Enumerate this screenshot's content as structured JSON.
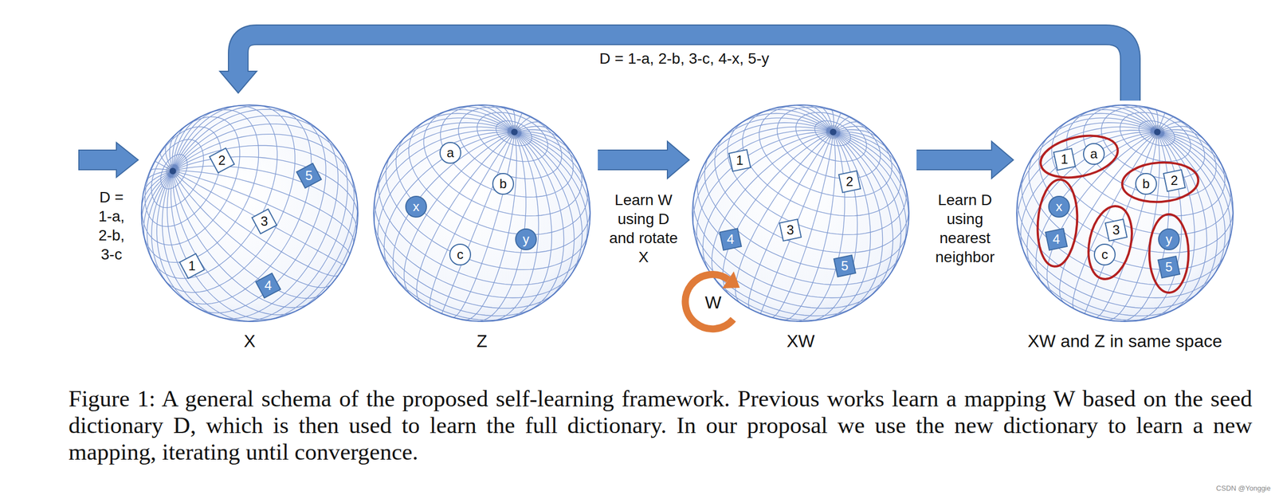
{
  "diagram": {
    "caption": "Figure 1: A general schema of the proposed self-learning framework. Previous works learn a mapping W based on the seed dictionary D, which is then used to learn the full dictionary. In our proposal we use the new dictionary to learn a new mapping, iterating until convergence.",
    "nodes": [
      {
        "text": [
          "X"
        ]
      },
      {
        "text": [
          "1"
        ],
        "in": 0
      },
      {
        "text": [
          "2"
        ],
        "in": 0
      },
      {
        "text": [
          "3"
        ],
        "in": 0
      },
      {
        "text": [
          "4"
        ],
        "in": 0
      },
      {
        "text": [
          "5"
        ],
        "in": 0
      },
      {
        "text": [
          "Z"
        ]
      },
      {
        "text": [
          "a"
        ],
        "in": 6
      },
      {
        "text": [
          "b"
        ],
        "in": 6
      },
      {
        "text": [
          "c"
        ],
        "in": 6
      },
      {
        "text": [
          "x"
        ],
        "in": 6
      },
      {
        "text": [
          "y"
        ],
        "in": 6
      },
      {
        "text": [
          "XW"
        ]
      },
      {
        "text": [
          "1"
        ],
        "in": 12
      },
      {
        "text": [
          "2"
        ],
        "in": 12
      },
      {
        "text": [
          "3"
        ],
        "in": 12
      },
      {
        "text": [
          "4"
        ],
        "in": 12
      },
      {
        "text": [
          "5"
        ],
        "in": 12
      },
      {
        "text": [
          "XW and Z in same space"
        ]
      },
      {
        "text": [
          "1"
        ],
        "in": 18
      },
      {
        "text": [
          "a"
        ],
        "in": 18
      },
      {
        "text": [
          "2"
        ],
        "in": 18
      },
      {
        "text": [
          "b"
        ],
        "in": 18
      },
      {
        "text": [
          "x"
        ],
        "in": 18
      },
      {
        "text": [
          "4"
        ],
        "in": 18
      },
      {
        "text": [
          "3"
        ],
        "in": 18
      },
      {
        "text": [
          "c"
        ],
        "in": 18
      },
      {
        "text": [
          "y"
        ],
        "in": 18
      },
      {
        "text": [
          "5"
        ],
        "in": 18
      }
    ],
    "edges": [
      {
        "from": 6,
        "to": 12,
        "arrow": "to",
        "label": "Learn W using D and rotate X"
      },
      {
        "from": 12,
        "to": 18,
        "arrow": "to",
        "label": "Learn D using nearest neighbor"
      },
      {
        "from": 18,
        "to": 0,
        "arrow": "to",
        "label": "D = 1-a, 2-b, 3-c, 4-x, 5-y"
      }
    ],
    "labels": [
      "D = 1-a, 2-b, 3-c",
      "W",
      "CSDN @Yonggie"
    ]
  }
}
